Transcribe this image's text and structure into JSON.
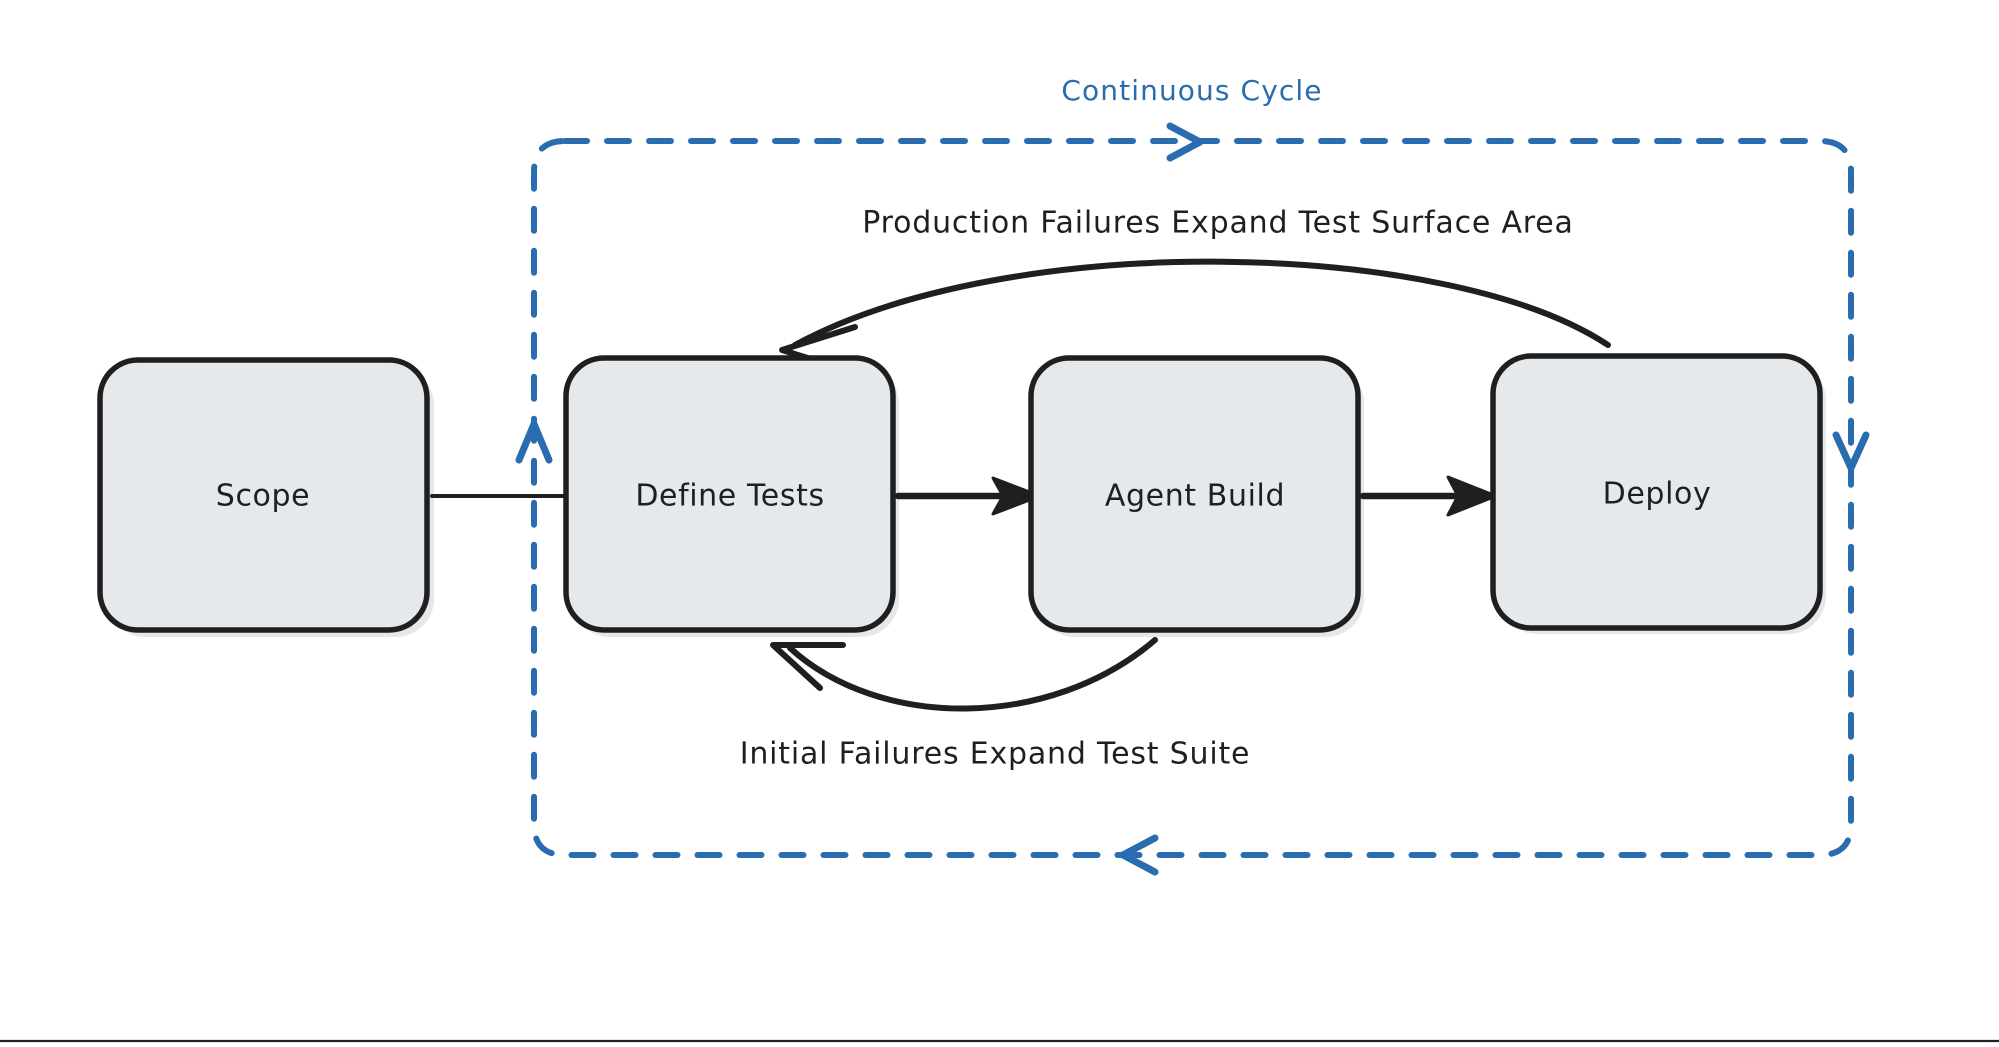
{
  "diagram": {
    "title": "Continuous Cycle",
    "cluster": {
      "label": "Continuous Cycle",
      "style": "dashed-rounded-rect",
      "color": "#2a6cb0"
    },
    "nodes": [
      {
        "id": "scope",
        "label": "Scope"
      },
      {
        "id": "define-tests",
        "label": "Define Tests"
      },
      {
        "id": "agent-build",
        "label": "Agent Build"
      },
      {
        "id": "deploy",
        "label": "Deploy"
      }
    ],
    "edges": [
      {
        "id": "scope-to-define",
        "from": "Scope",
        "to": "Define Tests",
        "label": "",
        "arrow": false
      },
      {
        "id": "define-to-build",
        "from": "Define Tests",
        "to": "Agent Build",
        "label": "",
        "arrow": true
      },
      {
        "id": "build-to-deploy",
        "from": "Agent Build",
        "to": "Deploy",
        "label": "",
        "arrow": true
      },
      {
        "id": "deploy-to-define",
        "from": "Deploy",
        "to": "Define Tests",
        "label": "Production Failures Expand Test Surface Area",
        "arrow": true
      },
      {
        "id": "build-to-define",
        "from": "Agent Build",
        "to": "Define Tests",
        "label": "Initial Failures Expand Test Suite",
        "arrow": true
      }
    ],
    "edge_labels": {
      "top_feedback": "Production Failures Expand Test Surface Area",
      "bottom_feedback": "Initial Failures Expand Test Suite"
    },
    "colors": {
      "node_fill": "#e6e9ec",
      "node_stroke": "#1f1f1f",
      "accent": "#2a6cb0",
      "text": "#1f1f1f",
      "background": "#ffffff"
    }
  }
}
